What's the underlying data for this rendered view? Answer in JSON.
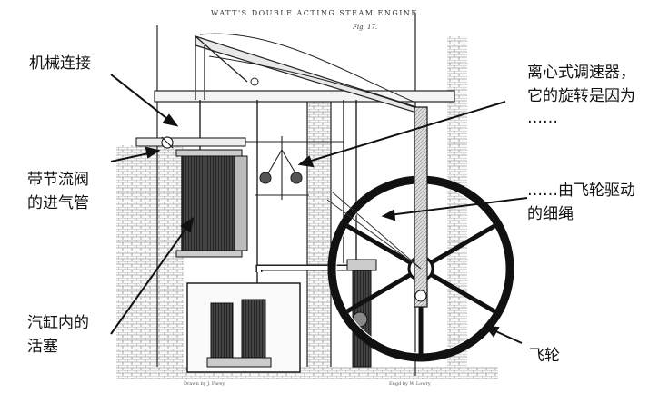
{
  "engraving": {
    "title": "WATT'S DOUBLE ACTING STEAM ENGINE",
    "fig": "Fig. 17.",
    "credit_left": "Drawn by J. Farey",
    "credit_right": "Engd by W. Lowry"
  },
  "labels": {
    "mechanical_linkage": "机械连接",
    "steam_pipe_line1": "带节流阀",
    "steam_pipe_line2": "的进气管",
    "piston_line1": "汽缸内的",
    "piston_line2": "活塞",
    "governor_line1": "离心式调速器，",
    "governor_line2": "它的旋转是因为",
    "governor_line3": "……",
    "rope_line1": "……由飞轮驱动",
    "rope_line2": "的细绳",
    "flywheel": "飞轮"
  }
}
